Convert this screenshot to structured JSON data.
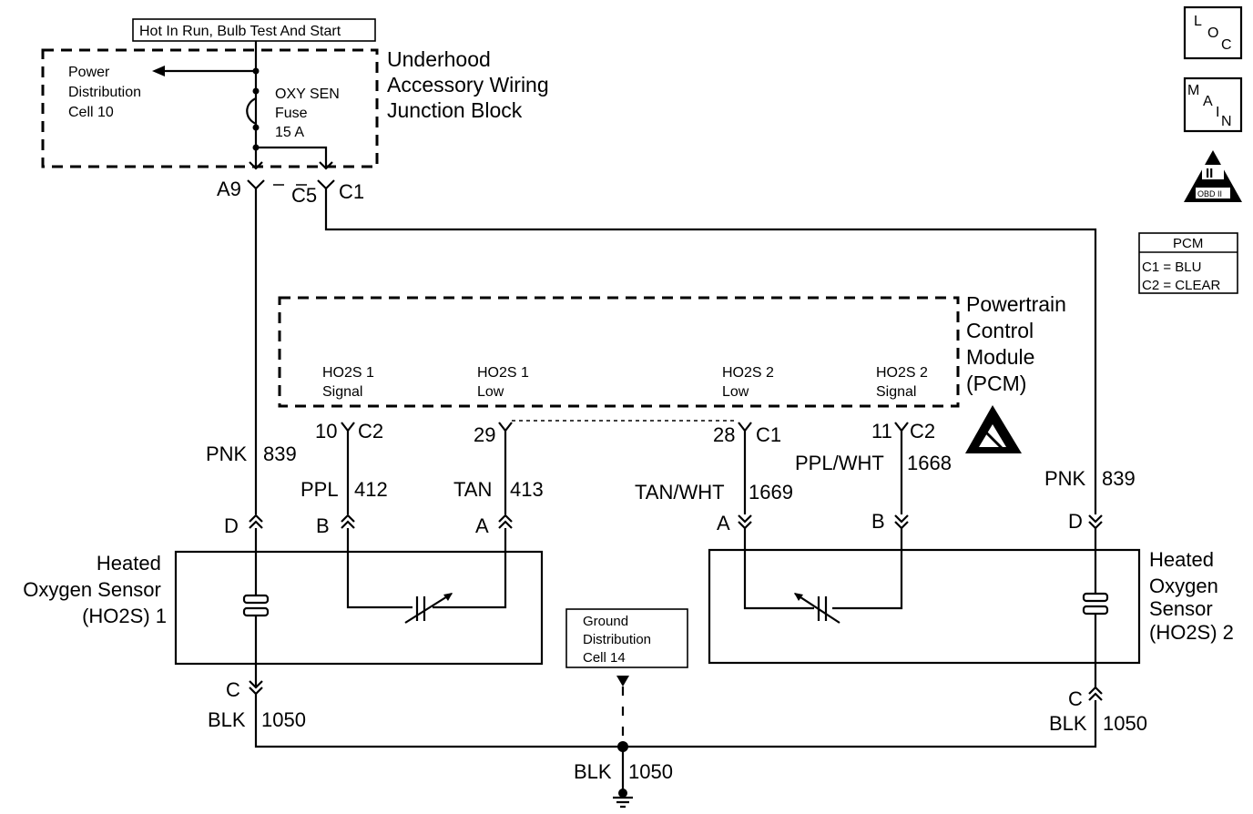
{
  "power_label": "Hot In Run, Bulb Test And Start",
  "junction_block": {
    "title_lines": [
      "Underhood",
      "Accessory Wiring",
      "Junction Block"
    ],
    "power_dist_lines": [
      "Power",
      "Distribution",
      "Cell 10"
    ],
    "fuse_lines": [
      "OXY SEN",
      "Fuse",
      "15 A"
    ]
  },
  "connectors_top": {
    "a9": "A9",
    "c5": "C5",
    "c1": "C1"
  },
  "pcm": {
    "title_lines": [
      "Powertrain",
      "Control",
      "Module",
      "(PCM)"
    ],
    "pins": [
      {
        "name_lines": [
          "HO2S 1",
          "Signal"
        ],
        "pin": "10",
        "conn": "C2"
      },
      {
        "name_lines": [
          "HO2S 1",
          "Low"
        ],
        "pin": "29",
        "conn": ""
      },
      {
        "name_lines": [
          "HO2S 2",
          "Low"
        ],
        "pin": "28",
        "conn": "C1"
      },
      {
        "name_lines": [
          "HO2S 2",
          "Signal"
        ],
        "pin": "11",
        "conn": "C2"
      }
    ]
  },
  "wires": {
    "left_pnk": {
      "color": "PNK",
      "circuit": "839"
    },
    "ppl": {
      "color": "PPL",
      "circuit": "412"
    },
    "tan": {
      "color": "TAN",
      "circuit": "413"
    },
    "tan_wht": {
      "color": "TAN/WHT",
      "circuit": "1669"
    },
    "ppl_wht": {
      "color": "PPL/WHT",
      "circuit": "1668"
    },
    "right_pnk": {
      "color": "PNK",
      "circuit": "839"
    },
    "left_blk": {
      "color": "BLK",
      "circuit": "1050"
    },
    "right_blk": {
      "color": "BLK",
      "circuit": "1050"
    },
    "ground_blk": {
      "color": "BLK",
      "circuit": "1050"
    }
  },
  "sensor_pins": {
    "s1": {
      "d": "D",
      "b": "B",
      "a": "A",
      "c": "C"
    },
    "s2": {
      "a": "A",
      "b": "B",
      "d": "D",
      "c": "C"
    }
  },
  "sensor1_lines": [
    "Heated",
    "Oxygen Sensor",
    "(HO2S) 1"
  ],
  "sensor2_lines": [
    "Heated",
    "Oxygen",
    "Sensor",
    "(HO2S) 2"
  ],
  "ground_dist_lines": [
    "Ground",
    "Distribution",
    "Cell 14"
  ],
  "sidebar": {
    "loc": [
      "L",
      "O",
      "C"
    ],
    "main": [
      "M",
      "A",
      "I",
      "N"
    ],
    "obd_numeral": "II",
    "obd_text": "OBD II",
    "pcm_table": {
      "title": "PCM",
      "rows": [
        "C1 = BLU",
        "C2 = CLEAR"
      ]
    }
  }
}
